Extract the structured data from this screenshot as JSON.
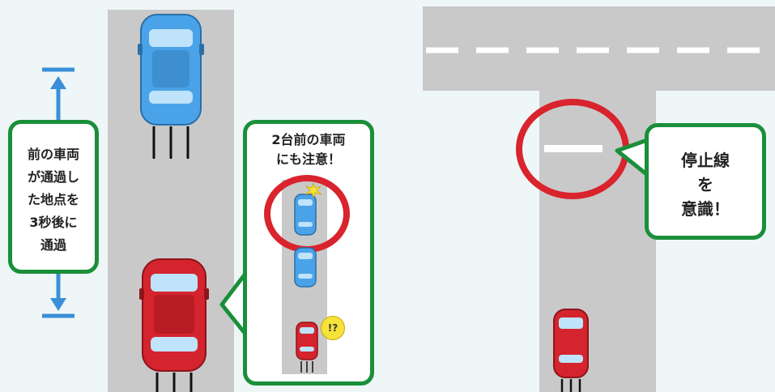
{
  "left_label": {
    "lines": [
      "前の車両",
      "が通過し",
      "た地点を",
      "3秒後に",
      "通過"
    ]
  },
  "middle_label": {
    "lines": [
      "2台前の車両",
      "にも注意！"
    ]
  },
  "exclaim_badge": "!?",
  "right_label": {
    "lines": [
      "停止線",
      "を",
      "意識！"
    ]
  },
  "colors": {
    "road": "#c9c9c9",
    "callout_border": "#1a8f3a",
    "highlight_ring": "#d9232d",
    "arrow_blue": "#3a8fd8",
    "car_blue": "#4aa3e8",
    "car_red": "#d4242e",
    "lane_mark": "#ffffff",
    "badge_yellow": "#f5e23a"
  },
  "icons": [
    "blue-car-icon",
    "red-car-icon",
    "warning-badge-icon",
    "double-arrow-icon"
  ]
}
